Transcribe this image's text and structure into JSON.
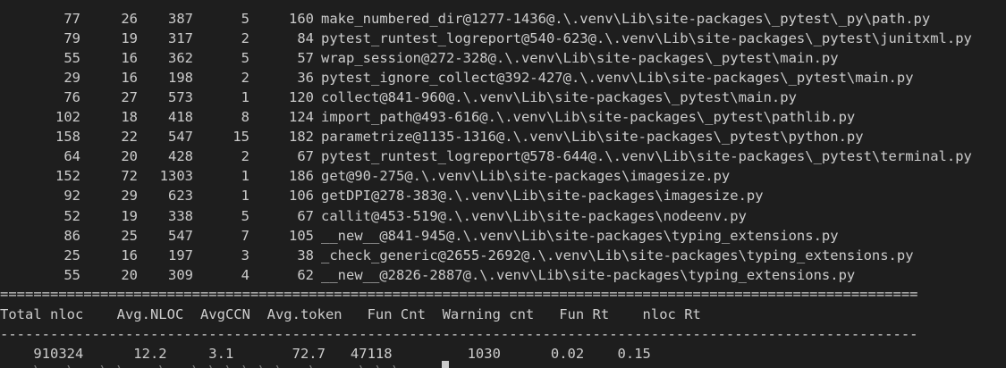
{
  "terminal": {
    "rows": [
      {
        "nloc": "77",
        "ccn": "26",
        "token": "387",
        "param": "5",
        "length": "160",
        "location": "make_numbered_dir@1277-1436@.\\.venv\\Lib\\site-packages\\_pytest\\_py\\path.py"
      },
      {
        "nloc": "79",
        "ccn": "19",
        "token": "317",
        "param": "2",
        "length": "84",
        "location": "pytest_runtest_logreport@540-623@.\\.venv\\Lib\\site-packages\\_pytest\\junitxml.py"
      },
      {
        "nloc": "55",
        "ccn": "16",
        "token": "362",
        "param": "5",
        "length": "57",
        "location": "wrap_session@272-328@.\\.venv\\Lib\\site-packages\\_pytest\\main.py"
      },
      {
        "nloc": "29",
        "ccn": "16",
        "token": "198",
        "param": "2",
        "length": "36",
        "location": "pytest_ignore_collect@392-427@.\\.venv\\Lib\\site-packages\\_pytest\\main.py"
      },
      {
        "nloc": "76",
        "ccn": "27",
        "token": "573",
        "param": "1",
        "length": "120",
        "location": "collect@841-960@.\\.venv\\Lib\\site-packages\\_pytest\\main.py"
      },
      {
        "nloc": "102",
        "ccn": "18",
        "token": "418",
        "param": "8",
        "length": "124",
        "location": "import_path@493-616@.\\.venv\\Lib\\site-packages\\_pytest\\pathlib.py"
      },
      {
        "nloc": "158",
        "ccn": "22",
        "token": "547",
        "param": "15",
        "length": "182",
        "location": "parametrize@1135-1316@.\\.venv\\Lib\\site-packages\\_pytest\\python.py"
      },
      {
        "nloc": "64",
        "ccn": "20",
        "token": "428",
        "param": "2",
        "length": "67",
        "location": "pytest_runtest_logreport@578-644@.\\.venv\\Lib\\site-packages\\_pytest\\terminal.py"
      },
      {
        "nloc": "152",
        "ccn": "72",
        "token": "1303",
        "param": "1",
        "length": "186",
        "location": "get@90-275@.\\.venv\\Lib\\site-packages\\imagesize.py"
      },
      {
        "nloc": "92",
        "ccn": "29",
        "token": "623",
        "param": "1",
        "length": "106",
        "location": "getDPI@278-383@.\\.venv\\Lib\\site-packages\\imagesize.py"
      },
      {
        "nloc": "52",
        "ccn": "19",
        "token": "338",
        "param": "5",
        "length": "67",
        "location": "callit@453-519@.\\.venv\\Lib\\site-packages\\nodeenv.py"
      },
      {
        "nloc": "86",
        "ccn": "25",
        "token": "547",
        "param": "7",
        "length": "105",
        "location": "__new__@841-945@.\\.venv\\Lib\\site-packages\\typing_extensions.py"
      },
      {
        "nloc": "25",
        "ccn": "16",
        "token": "197",
        "param": "3",
        "length": "38",
        "location": "_check_generic@2655-2692@.\\.venv\\Lib\\site-packages\\typing_extensions.py"
      },
      {
        "nloc": "55",
        "ccn": "20",
        "token": "309",
        "param": "4",
        "length": "62",
        "location": "__new__@2826-2887@.\\.venv\\Lib\\site-packages\\typing_extensions.py"
      }
    ],
    "separator_equals": "==============================================================================================================",
    "summary_header": "Total nloc    Avg.NLOC  AvgCCN  Avg.token   Fun Cnt  Warning cnt   Fun Rt    nloc Rt",
    "separator_dashes": "--------------------------------------------------------------------------------------------------------------",
    "summary_values": "    910324      12.2     3.1       72.7   47118         1030      0.02    0.15",
    "partial_prompt": "  . \\   \\ . \\ \\    \\ . \\ \\ \\ \\ \\ \\   \\   . \\ \\ \\"
  }
}
